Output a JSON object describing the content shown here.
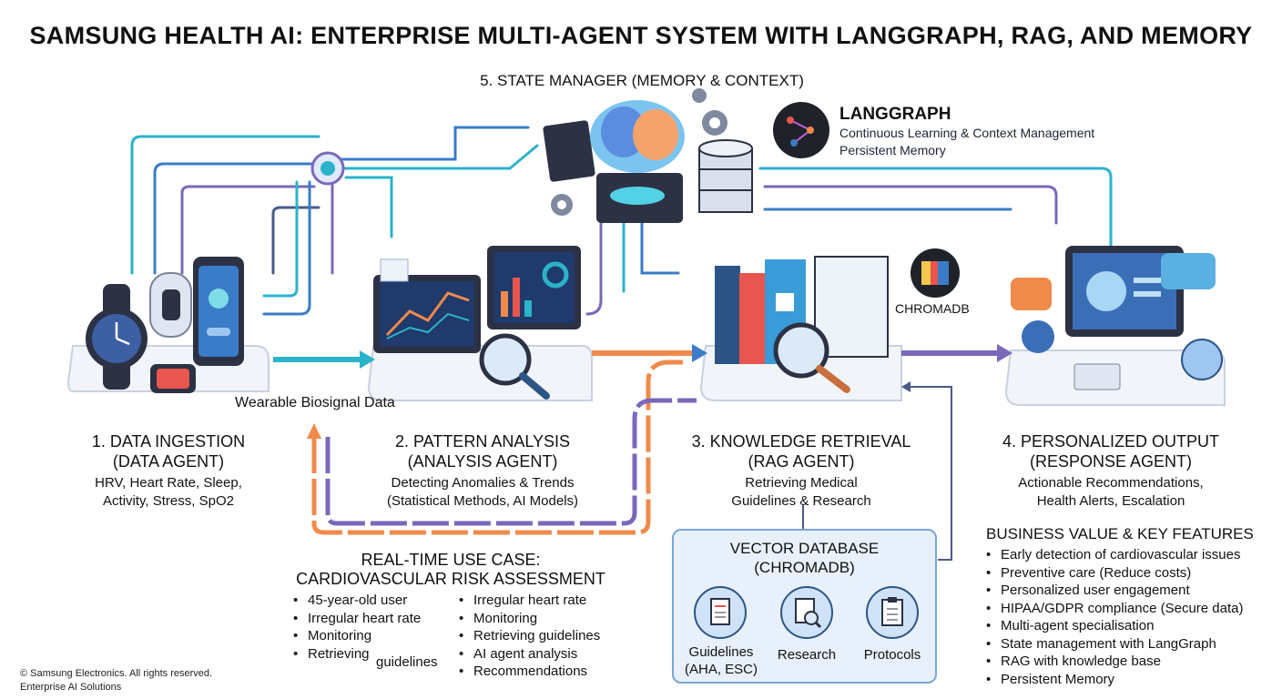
{
  "title": "SAMSUNG HEALTH AI: ENTERPRISE MULTI-AGENT SYSTEM WITH LANGGRAPH, RAG, AND MEMORY",
  "state_manager": {
    "title": "5. STATE MANAGER (MEMORY & CONTEXT)",
    "langgraph_title": "LANGGRAPH",
    "langgraph_line1": "Continuous Learning & Context Management",
    "langgraph_line2": "Persistent Memory"
  },
  "chromadb_label": "CHROMADB",
  "flow_label": "Wearable Biosignal Data",
  "stages": [
    {
      "heading1": "1. DATA INGESTION",
      "heading2": "(DATA AGENT)",
      "desc1": "HRV, Heart Rate, Sleep,",
      "desc2": "Activity, Stress, SpO2"
    },
    {
      "heading1": "2. PATTERN ANALYSIS",
      "heading2": "(ANALYSIS AGENT)",
      "desc1": "Detecting Anomalies & Trends",
      "desc2": "(Statistical Methods, AI Models)"
    },
    {
      "heading1": "3. KNOWLEDGE RETRIEVAL",
      "heading2": "(RAG AGENT)",
      "desc1": "Retrieving Medical",
      "desc2": "Guidelines & Research"
    },
    {
      "heading1": "4. PERSONALIZED OUTPUT",
      "heading2": "(RESPONSE AGENT)",
      "desc1": "Actionable Recommendations,",
      "desc2": "Health Alerts, Escalation"
    }
  ],
  "use_case": {
    "title1": "REAL-TIME USE CASE:",
    "title2": "CARDIOVASCULAR RISK ASSESSMENT",
    "col1": [
      "45-year-old user",
      "Irregular heart rate",
      "Monitoring",
      "Retrieving"
    ],
    "col1_extra": "guidelines",
    "col2": [
      "Irregular heart rate",
      "Monitoring",
      "Retrieving guidelines",
      "AI agent analysis",
      "Recommendations"
    ]
  },
  "vector_db": {
    "title1": "VECTOR DATABASE",
    "title2": "(CHROMADB)",
    "items": [
      {
        "label1": "Guidelines",
        "label2": "(AHA, ESC)",
        "icon": "document-icon"
      },
      {
        "label1": "Research",
        "label2": "",
        "icon": "research-icon"
      },
      {
        "label1": "Protocols",
        "label2": "",
        "icon": "clipboard-icon"
      }
    ]
  },
  "business_value": {
    "title": "BUSINESS VALUE & KEY FEATURES",
    "items": [
      "Early detection of cardiovascular issues",
      "Preventive care (Reduce costs)",
      "Personalized user engagement",
      "HIPAA/GDPR compliance (Secure data)",
      "Multi-agent specialisation",
      "State management with LangGraph",
      "RAG with knowledge base",
      "Persistent Memory"
    ]
  },
  "footer": {
    "line1": "© Samsung Electronics. All rights reserved.",
    "line2": "Enterprise AI Solutions"
  },
  "colors": {
    "teal": "#2bb3c9",
    "purple": "#7b68b8",
    "orange": "#f08a4b",
    "blue": "#3a7cc7",
    "platform": "#f1f4f9"
  }
}
